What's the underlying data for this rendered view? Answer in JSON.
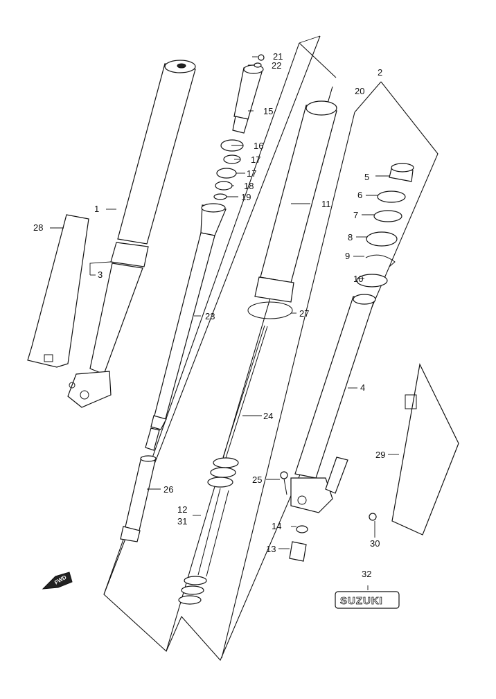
{
  "callouts": [
    {
      "id": "c1",
      "text": "1"
    },
    {
      "id": "c2",
      "text": "2"
    },
    {
      "id": "c3",
      "text": "3"
    },
    {
      "id": "c4",
      "text": "4"
    },
    {
      "id": "c5",
      "text": "5"
    },
    {
      "id": "c6",
      "text": "6"
    },
    {
      "id": "c7",
      "text": "7"
    },
    {
      "id": "c8",
      "text": "8"
    },
    {
      "id": "c9",
      "text": "9"
    },
    {
      "id": "c10",
      "text": "10"
    },
    {
      "id": "c11",
      "text": "11"
    },
    {
      "id": "c12",
      "text": "12"
    },
    {
      "id": "c13",
      "text": "13"
    },
    {
      "id": "c14",
      "text": "14"
    },
    {
      "id": "c15",
      "text": "15"
    },
    {
      "id": "c16",
      "text": "16"
    },
    {
      "id": "c17a",
      "text": "17"
    },
    {
      "id": "c17b",
      "text": "17"
    },
    {
      "id": "c18",
      "text": "18"
    },
    {
      "id": "c19",
      "text": "19"
    },
    {
      "id": "c20",
      "text": "20"
    },
    {
      "id": "c21",
      "text": "21"
    },
    {
      "id": "c22",
      "text": "22"
    },
    {
      "id": "c23",
      "text": "23"
    },
    {
      "id": "c24",
      "text": "24"
    },
    {
      "id": "c25",
      "text": "25"
    },
    {
      "id": "c26",
      "text": "26"
    },
    {
      "id": "c27",
      "text": "27"
    },
    {
      "id": "c28",
      "text": "28"
    },
    {
      "id": "c29",
      "text": "29"
    },
    {
      "id": "c30",
      "text": "30"
    },
    {
      "id": "c31",
      "text": "31"
    },
    {
      "id": "c32",
      "text": "32"
    }
  ],
  "badges": {
    "fwd": "FWD",
    "brand": "SUZUKI"
  }
}
